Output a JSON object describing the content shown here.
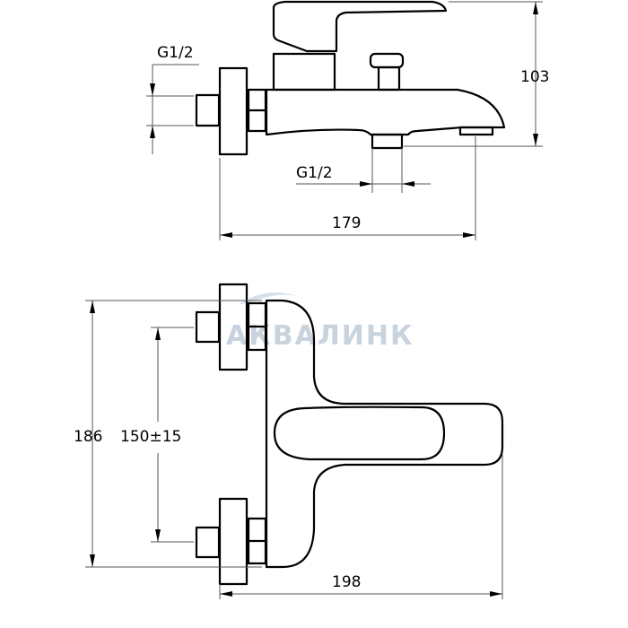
{
  "watermark": "АКВАЛИНК",
  "side_view": {
    "inlet_thread_label": "G1/2",
    "outlet_thread_label": "G1/2",
    "height_label": "103",
    "length_label": "179"
  },
  "top_view": {
    "total_height_label": "186",
    "inlet_spacing_label": "150±15",
    "depth_label": "198"
  }
}
